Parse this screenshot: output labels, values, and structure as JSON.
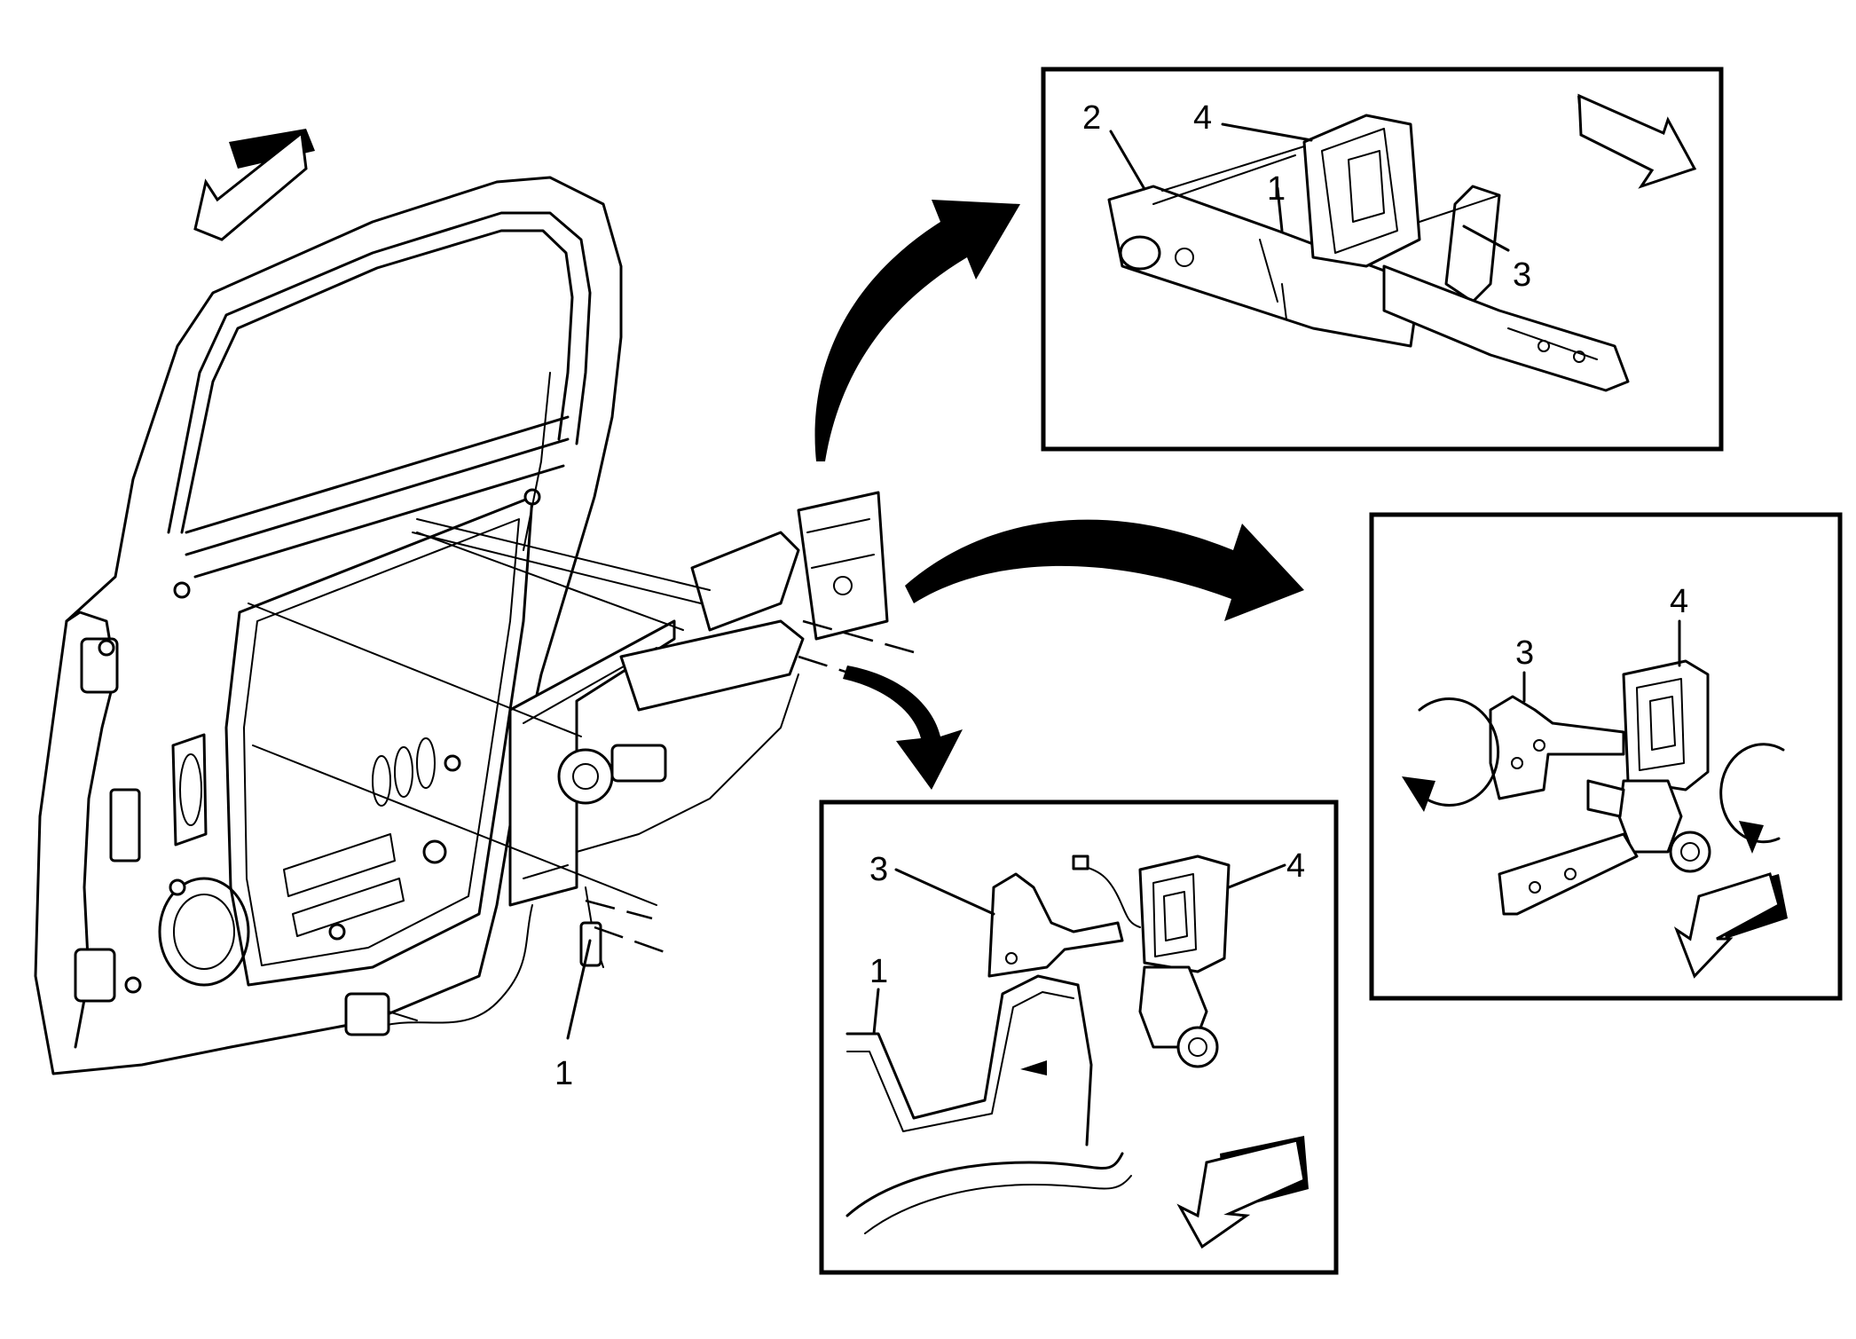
{
  "callouts": {
    "main_1": "1",
    "top_2": "2",
    "top_4": "4",
    "top_1": "1",
    "top_3": "3",
    "right_3": "3",
    "right_4": "4",
    "bottom_3": "3",
    "bottom_4": "4",
    "bottom_1": "1"
  },
  "colors": {
    "line": "#000000",
    "background": "#ffffff"
  },
  "icons": {
    "forward_arrow": "front-direction-arrow-icon",
    "rotate_arrow": "rotation-arrow-icon",
    "view_arrow": "detail-view-arrow-icon"
  }
}
